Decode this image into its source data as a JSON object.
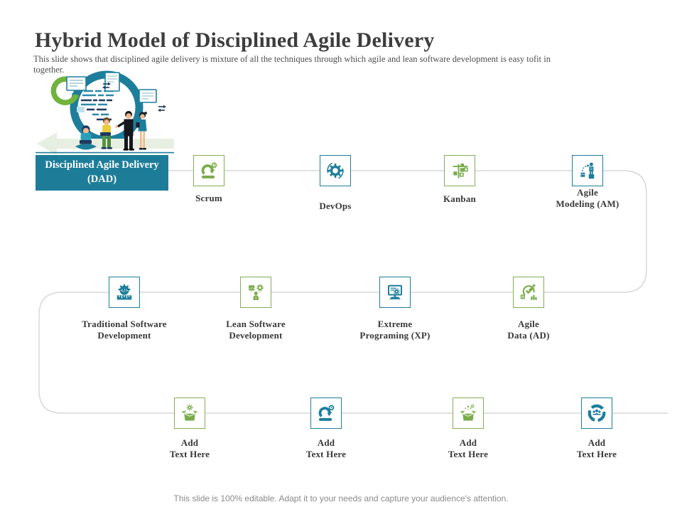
{
  "slide": {
    "title": "Hybrid Model of Disciplined Agile Delivery",
    "subtitle": "This slide shows that disciplined agile delivery is mixture of all the techniques through which agile and lean software development is easy tofit in together.",
    "footer": "This slide is 100% editable. Adapt it to your needs and capture your audience's attention."
  },
  "dad_box": {
    "label": "Disciplined Agile Delivery\n(DAD)"
  },
  "colors": {
    "teal_accent": "#1d7e9b",
    "green_accent": "#79ab4a",
    "connector_line": "#d8d8d8",
    "label_text": "#383838"
  },
  "rows": [
    {
      "items": [
        {
          "label": "Scrum",
          "icon": "scrum-loop-icon",
          "accent": "green"
        },
        {
          "label": "DevOps",
          "icon": "devops-gear-icon",
          "accent": "teal"
        },
        {
          "label": "Kanban",
          "icon": "kanban-board-icon",
          "accent": "green"
        },
        {
          "label": "Agile\nModeling (AM)",
          "icon": "agile-modeling-icon",
          "accent": "teal"
        }
      ]
    },
    {
      "items": [
        {
          "label": "Traditional Software\nDevelopment",
          "icon": "traditional-development-icon",
          "accent": "teal"
        },
        {
          "label": "Lean Software\nDevelopment",
          "icon": "lean-development-icon",
          "accent": "green"
        },
        {
          "label": "Extreme\nPrograming (XP)",
          "icon": "extreme-programming-icon",
          "accent": "teal"
        },
        {
          "label": "Agile\nData (AD)",
          "icon": "agile-data-icon",
          "accent": "green"
        }
      ]
    },
    {
      "items": [
        {
          "label": "Add\nText Here",
          "icon": "open-box-gear-icon",
          "accent": "green"
        },
        {
          "label": "Add\nText Here",
          "icon": "scrum-loop-icon",
          "accent": "teal"
        },
        {
          "label": "Add\nText Here",
          "icon": "open-box-sparkle-icon",
          "accent": "green"
        },
        {
          "label": "Add\nText Here",
          "icon": "team-circle-icon",
          "accent": "teal"
        }
      ]
    }
  ]
}
